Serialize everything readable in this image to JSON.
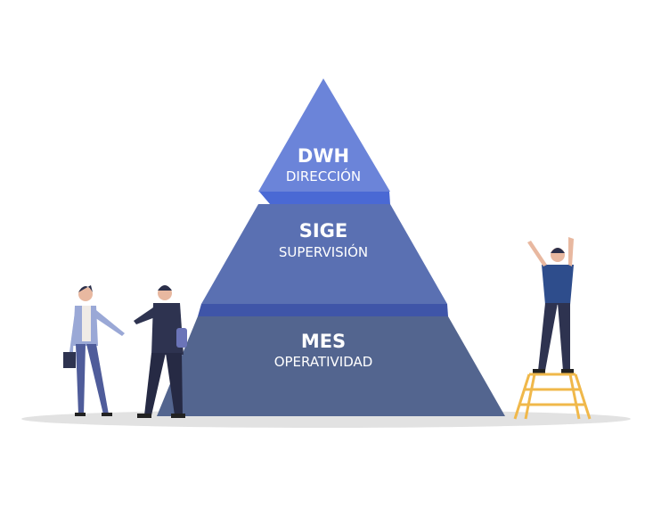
{
  "pyramid": {
    "levels": [
      {
        "title": "DWH",
        "subtitle": "DIRECCIÓN"
      },
      {
        "title": "SIGE",
        "subtitle": "SUPERVISIÓN"
      },
      {
        "title": "MES",
        "subtitle": "OPERATIVIDAD"
      }
    ]
  },
  "colors": {
    "top": "#6b84d9",
    "top_band": "#4a69d4",
    "middle": "#5a70b2",
    "middle_band": "#3f55a8",
    "bottom": "#53658f",
    "ground": "#e2e2e2"
  }
}
